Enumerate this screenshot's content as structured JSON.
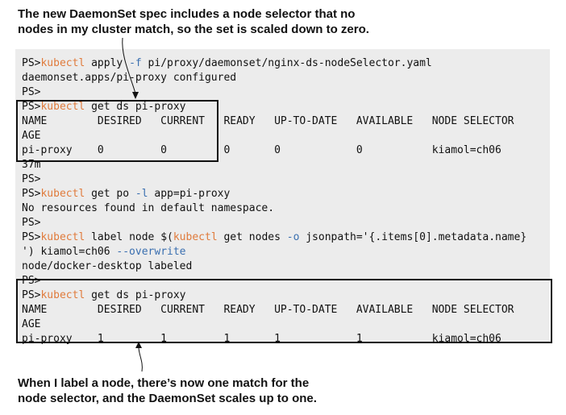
{
  "captions": {
    "top": "The new DaemonSet spec includes a node selector that no\nnodes in my cluster match, so the set is scaled down to zero.",
    "bottom": "When I label a node, there’s now one match for the\nnode selector, and the DaemonSet scales up to one."
  },
  "terminal": {
    "lines": [
      [
        {
          "t": "PS>"
        },
        {
          "t": "kubectl",
          "c": "orange"
        },
        {
          "t": " apply "
        },
        {
          "t": "-f",
          "c": "blue"
        },
        {
          "t": " pi/proxy/daemonset/nginx-ds-nodeSelector.yaml"
        }
      ],
      [
        {
          "t": "daemonset.apps/pi-proxy configured"
        }
      ],
      [
        {
          "t": "PS>"
        }
      ],
      [
        {
          "t": "PS>"
        },
        {
          "t": "kubectl",
          "c": "orange"
        },
        {
          "t": " get ds pi-proxy"
        }
      ],
      [
        {
          "t": "NAME        DESIRED   CURRENT   READY   UP-TO-DATE   AVAILABLE   NODE SELECTOR"
        }
      ],
      [
        {
          "t": "AGE"
        }
      ],
      [
        {
          "t": "pi-proxy    0         0         0       0            0           kiamol=ch06"
        }
      ],
      [
        {
          "t": "37m"
        }
      ],
      [
        {
          "t": "PS>"
        }
      ],
      [
        {
          "t": "PS>"
        },
        {
          "t": "kubectl",
          "c": "orange"
        },
        {
          "t": " get po "
        },
        {
          "t": "-l",
          "c": "blue"
        },
        {
          "t": " app=pi-proxy"
        }
      ],
      [
        {
          "t": "No resources found in default namespace."
        }
      ],
      [
        {
          "t": "PS>"
        }
      ],
      [
        {
          "t": "PS>"
        },
        {
          "t": "kubectl",
          "c": "orange"
        },
        {
          "t": " label node $("
        },
        {
          "t": "kubectl",
          "c": "orange"
        },
        {
          "t": " get nodes "
        },
        {
          "t": "-o",
          "c": "blue"
        },
        {
          "t": " jsonpath='{.items[0].metadata.name}"
        }
      ],
      [
        {
          "t": "') kiamol=ch06 "
        },
        {
          "t": "--overwrite",
          "c": "blue"
        }
      ],
      [
        {
          "t": "node/docker-desktop labeled"
        }
      ],
      [
        {
          "t": "PS>"
        }
      ],
      [
        {
          "t": "PS>"
        },
        {
          "t": "kubectl",
          "c": "orange"
        },
        {
          "t": " get ds pi-proxy"
        }
      ],
      [
        {
          "t": "NAME        DESIRED   CURRENT   READY   UP-TO-DATE   AVAILABLE   NODE SELECTOR"
        }
      ],
      [
        {
          "t": "AGE"
        }
      ],
      [
        {
          "t": "pi-proxy    1         1         1       1            1           kiamol=ch06"
        }
      ]
    ]
  },
  "colors": {
    "command": "#e07b3c",
    "flag": "#3a6fb0",
    "background": "#ececec"
  }
}
